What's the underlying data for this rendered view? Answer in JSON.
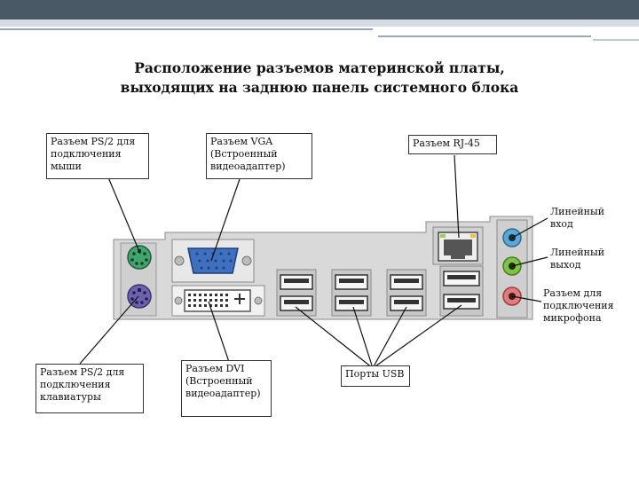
{
  "title_line1": "Расположение разъемов материнской платы,",
  "title_line2": "выходящих на заднюю панель системного блока",
  "labels": {
    "ps2_mouse": "Разъем PS/2 для подключения мыши",
    "vga": "Разъем VGA (Встроенный видеоадаптер)",
    "rj45": "Разъем RJ-45",
    "line_in": "Линейный вход",
    "line_out": "Линейный выход",
    "mic": "Разъем для подключения микрофона",
    "ps2_keyboard": "Разъем PS/2 для подключения клавиатуры",
    "dvi": "Разъем DVI (Встроенный видеоадаптер)",
    "usb": "Порты USB"
  },
  "colors": {
    "ps2_mouse": "#3fa66d",
    "ps2_keyboard": "#6d62b0",
    "vga": "#3f6fbf",
    "line_in": "#5aa8d8",
    "line_out": "#7fc244",
    "mic": "#e27c7c"
  }
}
